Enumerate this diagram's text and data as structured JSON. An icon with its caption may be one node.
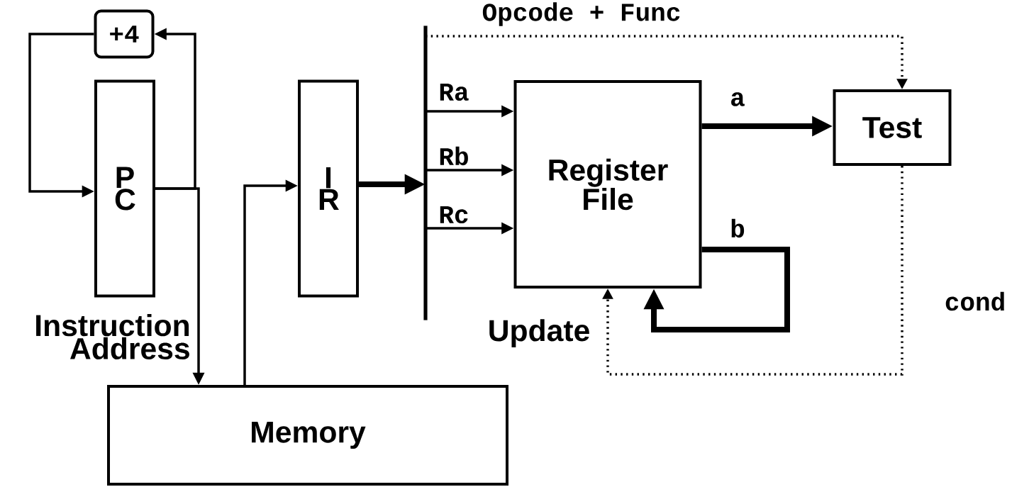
{
  "diagram": {
    "nodes": [
      {
        "text": [
          "+4"
        ]
      },
      {
        "text": [
          "P C"
        ]
      },
      {
        "text": [
          "I R"
        ]
      },
      {
        "text": [],
        "shape": "bar"
      },
      {
        "text": [
          "Register File"
        ]
      },
      {
        "text": [
          "Test"
        ]
      },
      {
        "text": [
          "Memory"
        ]
      }
    ],
    "edges": [
      {
        "from": 1,
        "to": 0,
        "arrow": "to"
      },
      {
        "from": 0,
        "to": 1,
        "arrow": "to"
      },
      {
        "from": 1,
        "to": 6,
        "arrow": "to",
        "label": "Instruction Address"
      },
      {
        "from": 6,
        "to": 2,
        "arrow": "to"
      },
      {
        "from": 2,
        "to": 3,
        "arrow": "to",
        "style": "thick"
      },
      {
        "from": 3,
        "to": 4,
        "arrow": "to",
        "label": "Ra"
      },
      {
        "from": 3,
        "to": 4,
        "arrow": "to",
        "label": "Rb"
      },
      {
        "from": 3,
        "to": 4,
        "arrow": "to",
        "label": "Rc"
      },
      {
        "from": 3,
        "to": 5,
        "arrow": "to",
        "style": "dashed",
        "label": "Opcode + Func"
      },
      {
        "from": 4,
        "to": 5,
        "arrow": "to",
        "style": "thick",
        "label": "a"
      },
      {
        "from": 4,
        "to": 4,
        "arrow": "to",
        "style": "thick",
        "label": "b"
      },
      {
        "from": 5,
        "to": 4,
        "arrow": "to",
        "style": "dashed",
        "label": "cond"
      }
    ],
    "labels": [
      "Update"
    ]
  }
}
